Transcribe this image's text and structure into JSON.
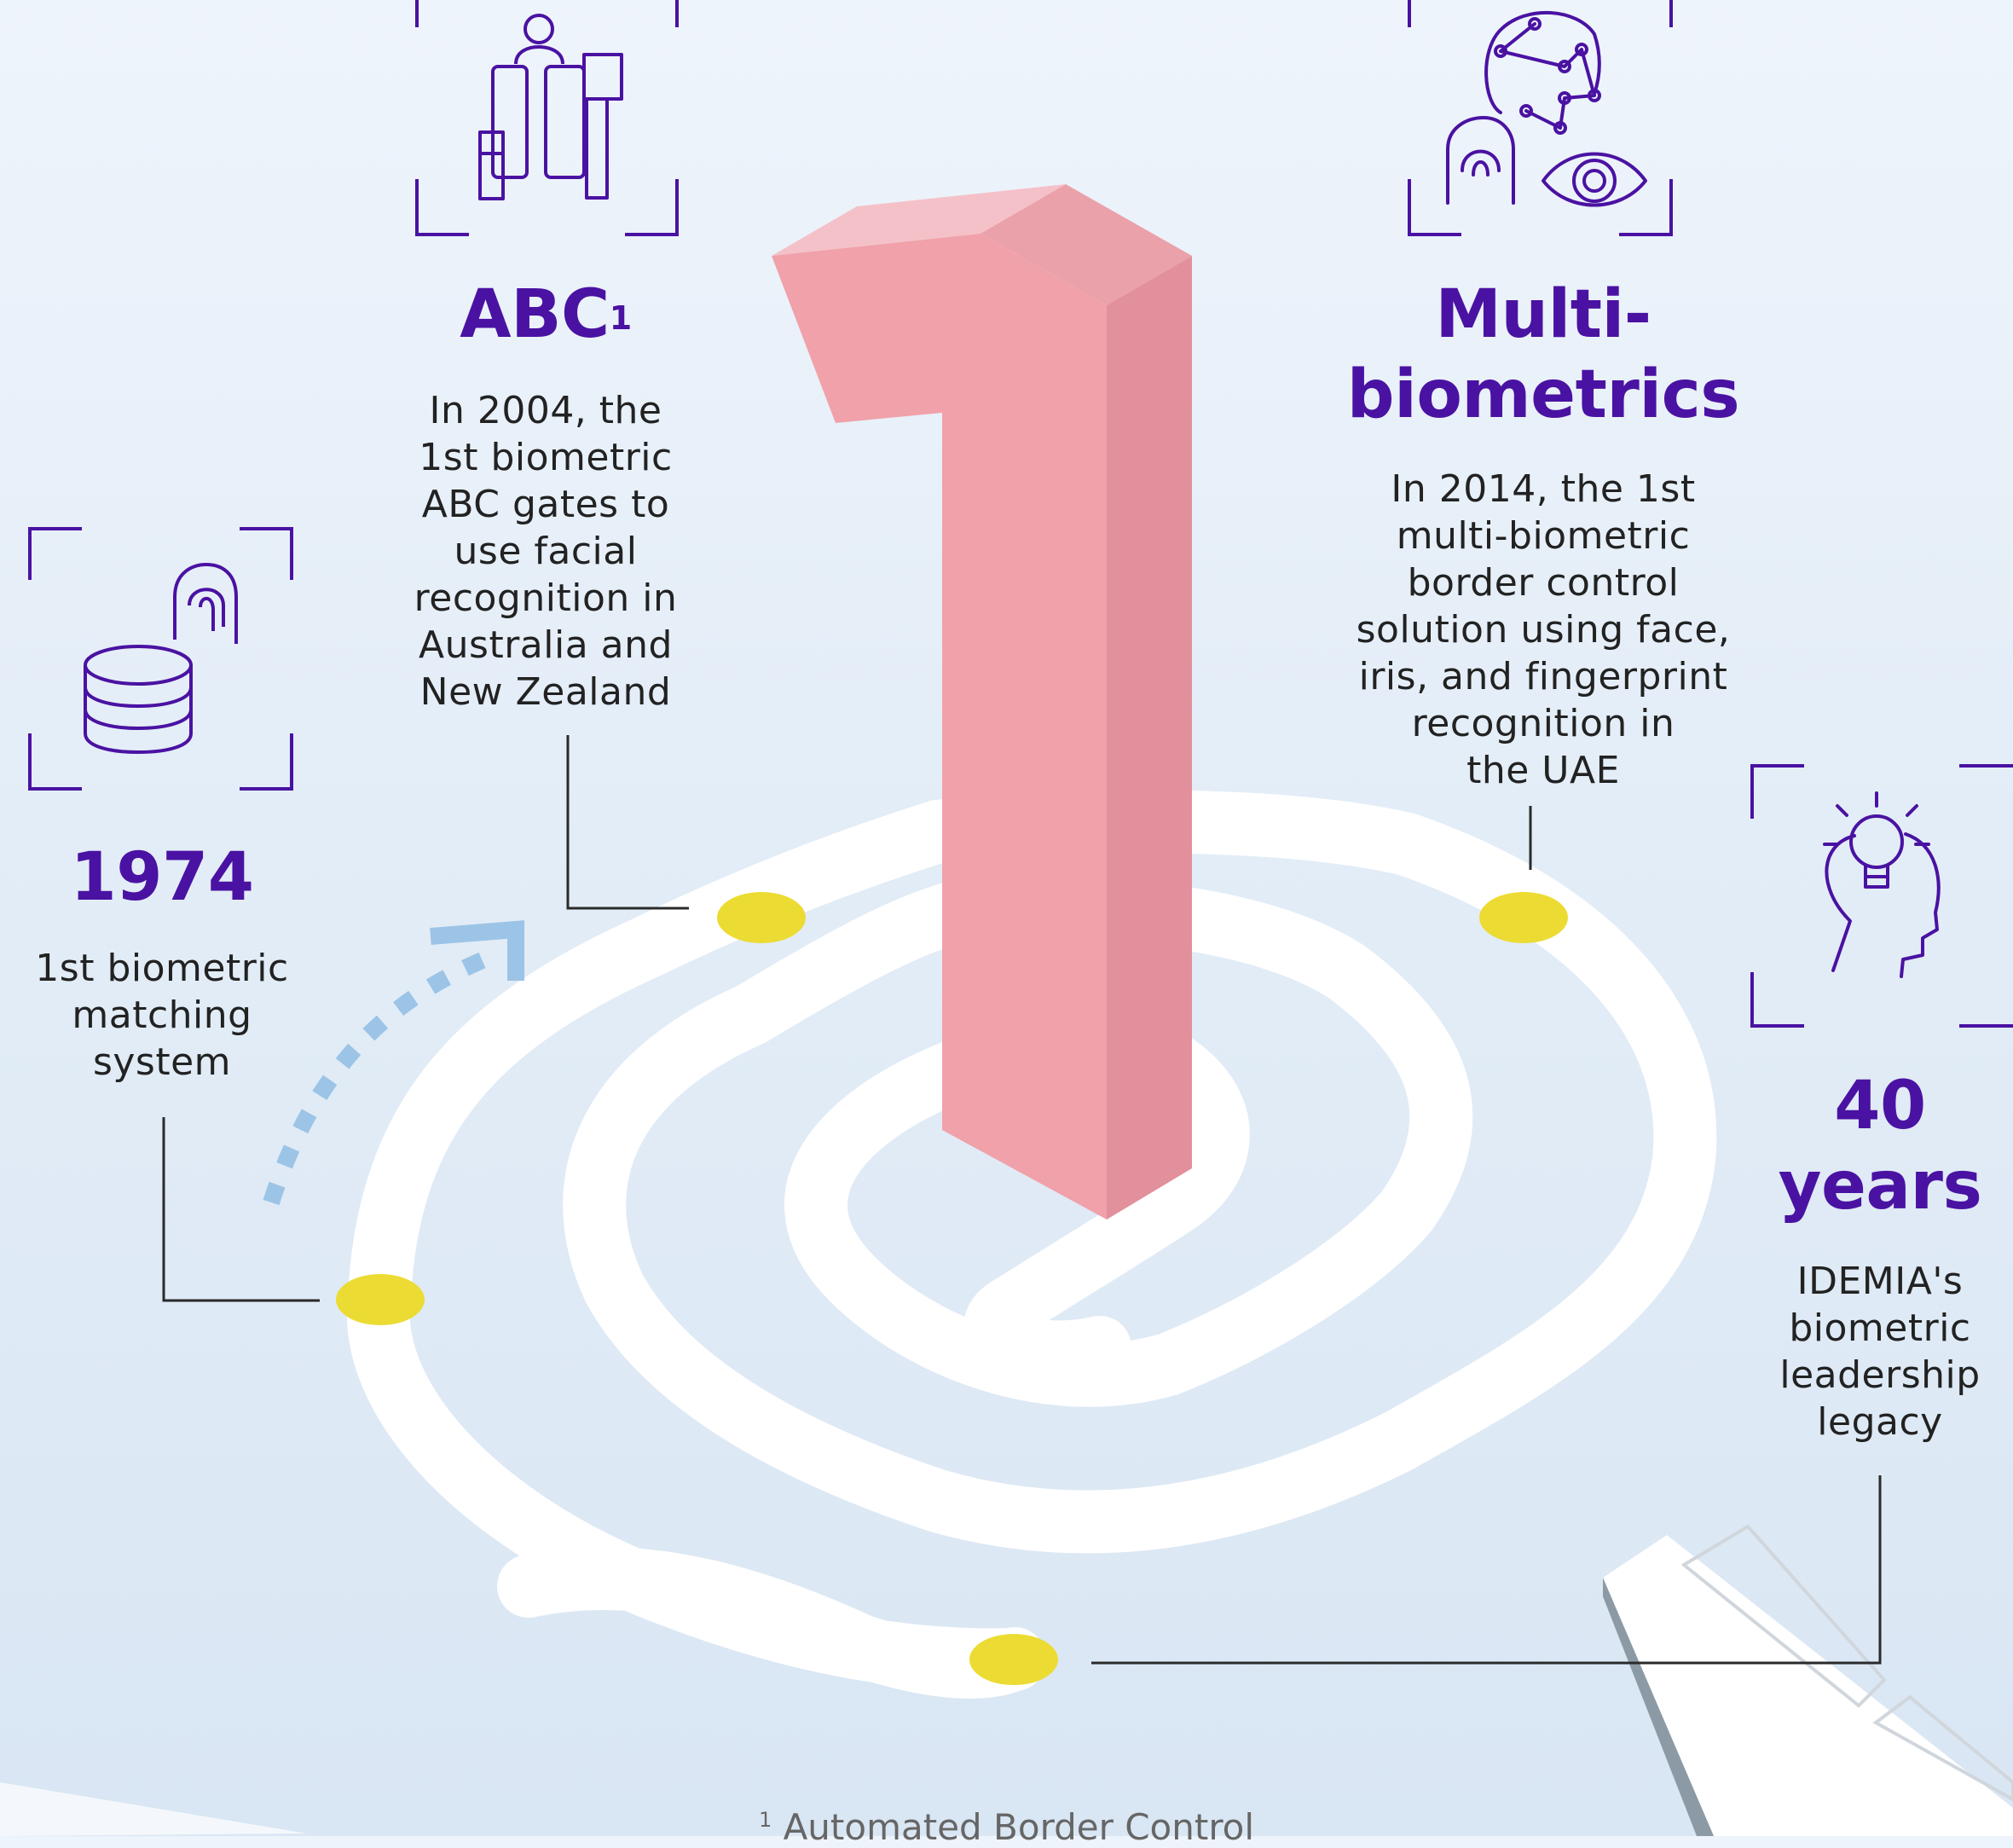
{
  "milestones": [
    {
      "id": "abc",
      "title": "ABC",
      "sup": "1",
      "desc_lines": [
        "In 2004, the",
        "1st biometric",
        "ABC gates to",
        "use facial",
        "recognition in",
        "Australia and",
        "New Zealand"
      ],
      "icon": "automated-gates-icon"
    },
    {
      "id": "multi",
      "title_lines": [
        "Multi-",
        "biometrics"
      ],
      "desc_lines": [
        "In 2014, the 1st",
        "multi-biometric",
        "border control",
        "solution using face,",
        "iris, and fingerprint",
        "recognition in",
        "the UAE"
      ],
      "icon": "face-iris-fingerprint-icon"
    },
    {
      "id": "y1974",
      "title": "1974",
      "desc_lines": [
        "1st biometric",
        "matching",
        "system"
      ],
      "icon": "database-fingerprint-icon"
    },
    {
      "id": "years40",
      "title_lines": [
        "40",
        "years"
      ],
      "desc_lines": [
        "IDEMIA's",
        "biometric",
        "leadership",
        "legacy"
      ],
      "icon": "lightbulb-head-icon"
    }
  ],
  "footnote": {
    "sup": "1",
    "text": "Automated Border Control"
  },
  "colors": {
    "title": "#4a12a2",
    "icon_stroke": "#4a12a2",
    "marker": "#ecdb33",
    "numeral_front": "#f0a1aa",
    "numeral_side": "#e2909b",
    "numeral_top": "#f5c1c8",
    "path": "#ffffff",
    "arrow": "#9cc4e6"
  }
}
